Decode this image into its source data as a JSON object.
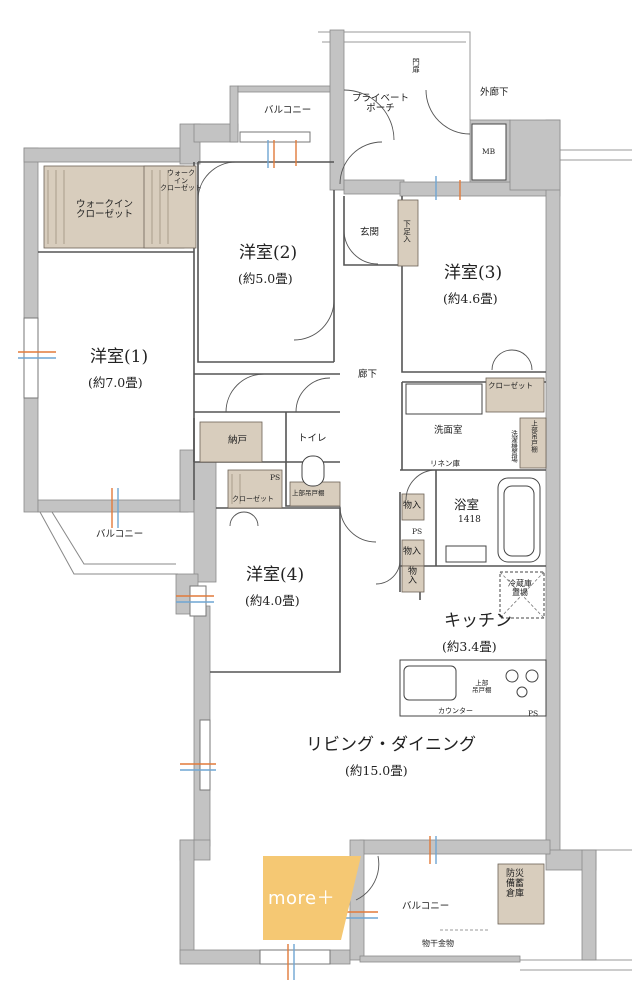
{
  "rooms": {
    "western1": {
      "name": "洋室(1)",
      "size": "(約7.0畳)"
    },
    "western2": {
      "name": "洋室(2)",
      "size": "(約5.0畳)"
    },
    "western3": {
      "name": "洋室(3)",
      "size": "(約4.6畳)"
    },
    "western4": {
      "name": "洋室(4)",
      "size": "(約4.0畳)"
    },
    "kitchen": {
      "name": "キッチン",
      "size": "(約3.4畳)"
    },
    "living": {
      "name": "リビング・ダイニング",
      "size": "(約15.0畳)"
    }
  },
  "labels": {
    "walkin_closet": "ウォークイン\nクローゼット",
    "walkin_closet_small": "ウォーク\nイン\nクローゼット",
    "balcony_top": "バルコニー",
    "balcony_left": "バルコニー",
    "balcony_bottom": "バルコニー",
    "private_porch": "プライベート\nポーチ",
    "gate": "門扉",
    "outer_corridor": "外廊下",
    "mb": "MB",
    "entrance": "玄関",
    "shoe_storage": "下足入",
    "corridor": "廊下",
    "closet_r3": "クローゼット",
    "washroom": "洗面室",
    "upper_cabinet_wash": "上部吊戸棚",
    "washer_space": "洗濯機置場",
    "storeroom": "納戸",
    "toilet": "トイレ",
    "ps_toilet": "PS",
    "closet_storeroom": "クローゼット",
    "upper_cabinet_toilet": "上部吊戸棚",
    "linen": "リネン庫",
    "bath": "浴室",
    "bath_size": "1418",
    "storage1": "物入",
    "ps_hall": "PS",
    "storage2": "物入",
    "storage3": "物入",
    "fridge": "冷蔵庫\n置場",
    "upper_cabinet_kitchen": "上部\n吊戸棚",
    "counter": "カウンター",
    "ps_kitchen": "PS",
    "disaster_storage": "防災\n備蓄\n倉庫",
    "laundry_rod": "物干金物",
    "more": "more＋"
  },
  "colors": {
    "wall": "#c3c3c3",
    "wall_edge": "#8a8a8a",
    "storage_fill": "#d8cdbd",
    "accent": "#f5c873",
    "window_arrow_blue": "#6fa6d3",
    "window_arrow_orange": "#e27a3a"
  }
}
